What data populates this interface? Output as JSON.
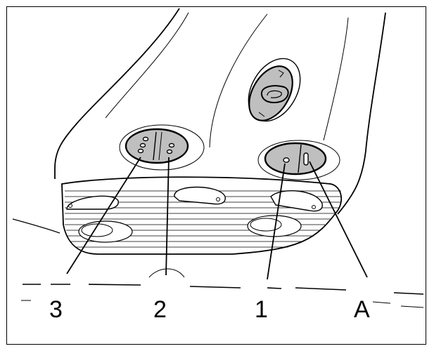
{
  "callouts": {
    "c3": "3",
    "c2": "2",
    "c1": "1",
    "cA": "A"
  },
  "colors": {
    "line": "#000000",
    "knob_fill": "#bfbfbf",
    "background": "#ffffff"
  }
}
